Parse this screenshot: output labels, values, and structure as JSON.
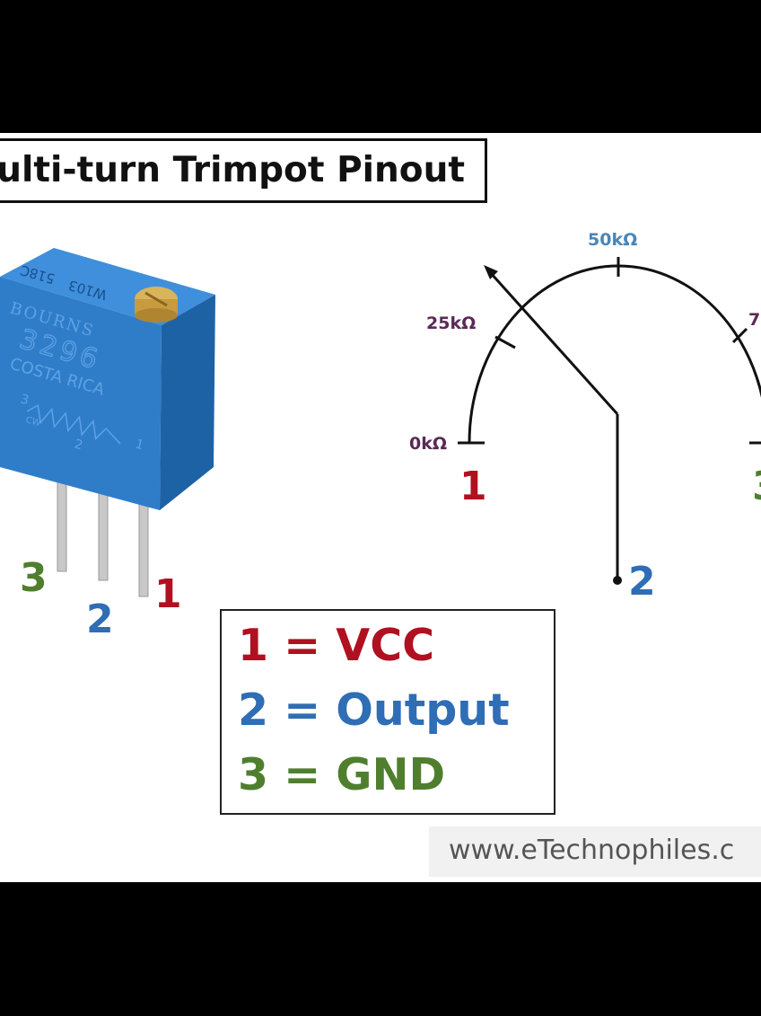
{
  "title": "ulti-turn Trimpot Pinout",
  "device": {
    "brand": "BOURNS",
    "model": "3296",
    "origin": "COSTA RICA",
    "top_code_1": "518C",
    "top_code_2": "W103",
    "cw_label": "CW",
    "pin_mark_3": "3",
    "pin_mark_2": "2",
    "pin_mark_1": "1"
  },
  "pins": {
    "p1": "1",
    "p2": "2",
    "p3": "3"
  },
  "schematic": {
    "label_0": "0kΩ",
    "label_25": "25kΩ",
    "label_50": "50kΩ",
    "label_75": "7",
    "pin1": "1",
    "pin2": "2",
    "pin3": "3"
  },
  "legend": {
    "row1": "1 = VCC",
    "row2": "2 = Output",
    "row3": "3 = GND"
  },
  "watermark": "www.eTechnophiles.c",
  "colors": {
    "pin1": "#b01020",
    "pin2": "#2f6db5",
    "pin3": "#4f7f2e",
    "label_tick": "#5a2a55",
    "label_50": "#4a86b8",
    "device_blue": "#2f7dc8"
  }
}
